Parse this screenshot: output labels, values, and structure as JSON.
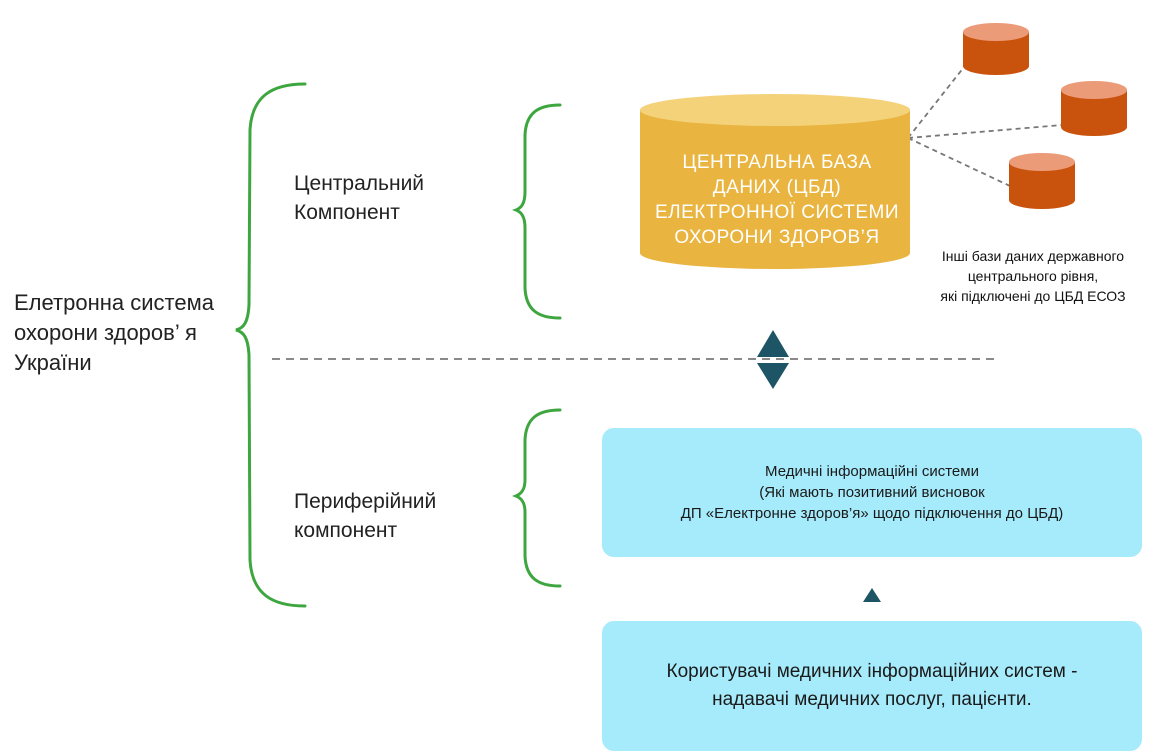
{
  "main_label": "Елетронна система охорони здоров’ я України",
  "central_component_label": "Центральний Компонент",
  "peripheral_component_label": "Периферійний компонент",
  "central_db": {
    "lines": [
      "ЦЕНТРАЛЬНА БАЗА",
      "ДАНИХ (ЦБД)",
      "ЕЛЕКТРОННОЇ СИСТЕМИ",
      "ОХОРОНИ ЗДОРОВ’Я"
    ]
  },
  "other_dbs_caption": {
    "lines": [
      "Інші бази даних державного",
      "центрального рівня,",
      "які підключені до ЦБД ЕСОЗ"
    ]
  },
  "mis_box": {
    "lines": [
      "Медичні інформаційні системи",
      "(Які мають позитивний висновок",
      "ДП «Електронне здоров’я» щодо підключення до ЦБД)"
    ]
  },
  "users_box": {
    "lines": [
      "Користувачі медичних інформаційних систем -",
      "надавачі медичних послуг, пацієнти."
    ]
  },
  "colors": {
    "brace": "#3ea63e",
    "central_db": "#e9b43f",
    "other_dbs": "#c9520c",
    "other_dbs_top": "#ec9b78",
    "boxes": "#a6ebfb",
    "arrows": "#1e5566",
    "dashed_lines": "#777777"
  }
}
